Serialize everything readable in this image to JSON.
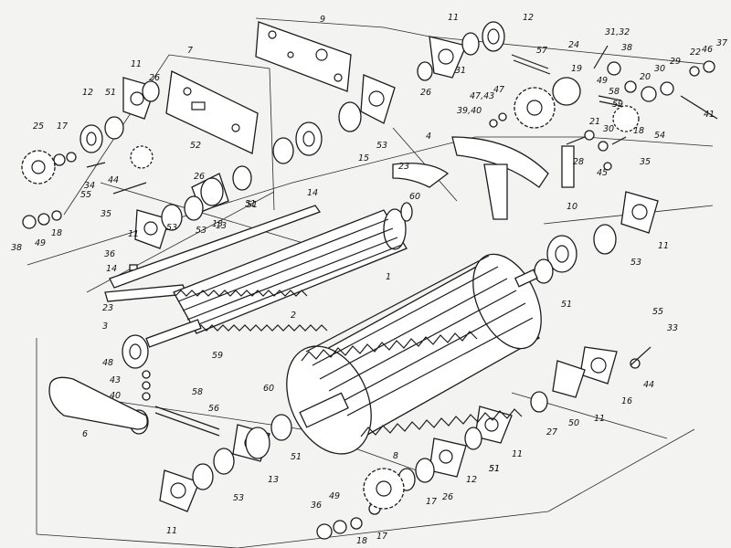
{
  "diagram": {
    "labels": [
      "9",
      "11",
      "12",
      "31,32",
      "38",
      "46",
      "37",
      "7",
      "11",
      "26",
      "57",
      "24",
      "19",
      "22",
      "12",
      "51",
      "26",
      "31",
      "49",
      "20",
      "30",
      "29",
      "41",
      "25",
      "17",
      "47,43",
      "47",
      "58",
      "59",
      "54",
      "39,40",
      "18",
      "21",
      "30",
      "53",
      "4",
      "15",
      "52",
      "28",
      "45",
      "35",
      "34",
      "44",
      "55",
      "26",
      "53",
      "13",
      "51",
      "14",
      "60",
      "10",
      "11",
      "38",
      "49",
      "18",
      "35",
      "11",
      "53",
      "13",
      "51",
      "23",
      "14",
      "36",
      "53",
      "23",
      "3",
      "1",
      "2",
      "51",
      "59",
      "48",
      "55",
      "33",
      "43",
      "40",
      "58",
      "56",
      "44",
      "16",
      "11",
      "60",
      "50",
      "27",
      "6",
      "51",
      "13",
      "51",
      "11",
      "53",
      "8",
      "12",
      "26",
      "51",
      "11",
      "36",
      "49",
      "18",
      "17",
      "17"
    ]
  }
}
